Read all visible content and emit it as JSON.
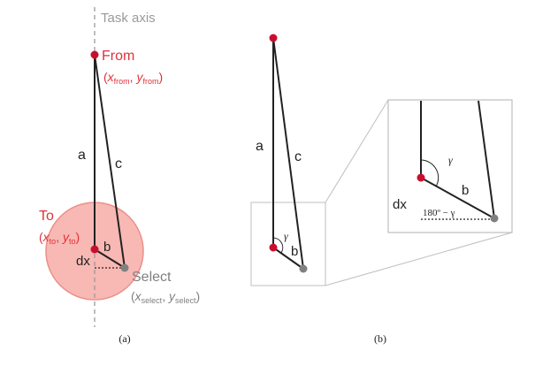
{
  "panel_a": {
    "axis_label": "Task axis",
    "from_label": "From",
    "from_coord": {
      "open": "(",
      "x": "x",
      "x_sub": "from",
      "sep": ", ",
      "y": "y",
      "y_sub": "from",
      "close": ")"
    },
    "to_label": "To",
    "to_coord": {
      "open": "(",
      "x": "x",
      "x_sub": "to",
      "sep": ", ",
      "y": "y",
      "y_sub": "to",
      "close": ")"
    },
    "select_label": "Select",
    "select_coord": {
      "open": "(",
      "x": "x",
      "x_sub": "select",
      "sep": ", ",
      "y": "y",
      "y_sub": "select",
      "close": ")"
    },
    "label_a": "a",
    "label_b": "b",
    "label_c": "c",
    "label_dx": "dx",
    "caption": "(a)"
  },
  "panel_b": {
    "label_a": "a",
    "label_b": "b",
    "label_c": "c",
    "label_gamma": "γ",
    "caption": "(b)"
  },
  "zoom_inset": {
    "label_gamma": "γ",
    "label_dx": "dx",
    "label_b": "b",
    "label_supplement": "180º − γ"
  },
  "colors": {
    "point_red": "#c8102e",
    "label_red": "#e0303a",
    "target_fill": "#f8b8b3",
    "target_stroke": "#eb8f8a",
    "select_gray": "#808080",
    "line": "#222222",
    "axis_gray": "#9a9a9a",
    "inset_border": "#bfbfbf"
  }
}
